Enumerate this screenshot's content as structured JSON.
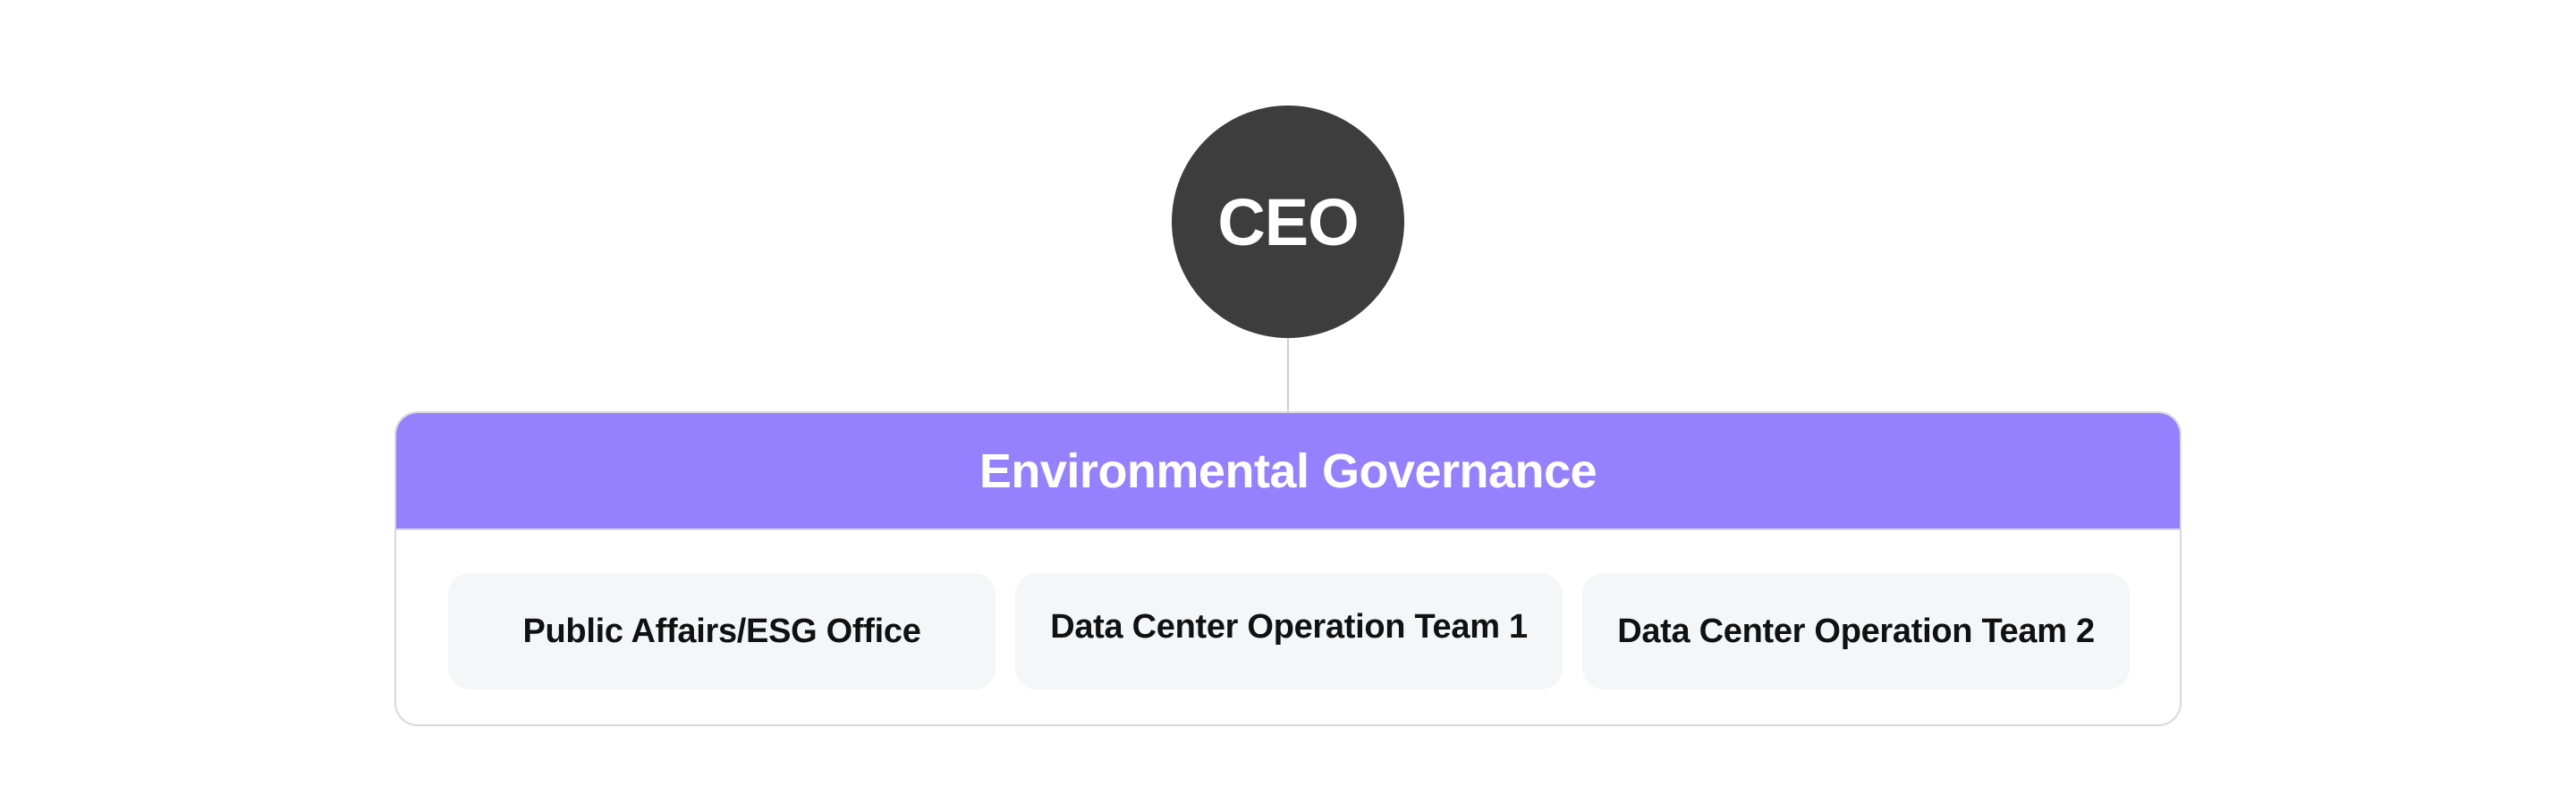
{
  "ceo": {
    "label": "CEO"
  },
  "group": {
    "title": "Environmental Governance"
  },
  "teams": [
    {
      "label": "Public Affairs/ESG Office"
    },
    {
      "label": "Data Center Operation Team 1"
    },
    {
      "label": "Data Center Operation Team 2"
    }
  ],
  "colors": {
    "ceo_fill": "#3d3d3d",
    "header_fill": "#9580fe",
    "card_fill": "#f5f6f8",
    "border": "#d9d9dd"
  }
}
